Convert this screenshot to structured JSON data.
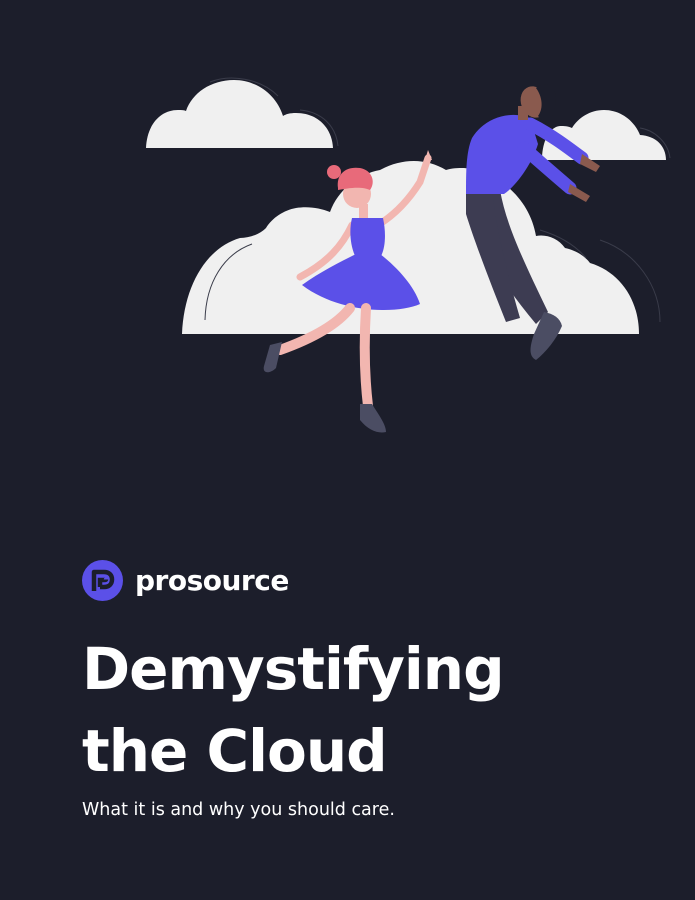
{
  "brand": {
    "name": "prosource",
    "logo_icon": "prosource-logo-icon",
    "color": "#5b50e8"
  },
  "cover": {
    "title_line_1": "Demystifying",
    "title_line_2": "the Cloud",
    "subtitle": "What it is and why you should care.",
    "background_color": "#1c1e2b",
    "text_color": "#ffffff"
  },
  "illustration": {
    "name": "people-floating-on-clouds-illustration",
    "accent_color": "#5b50e8",
    "cloud_color": "#f0f0f0"
  }
}
